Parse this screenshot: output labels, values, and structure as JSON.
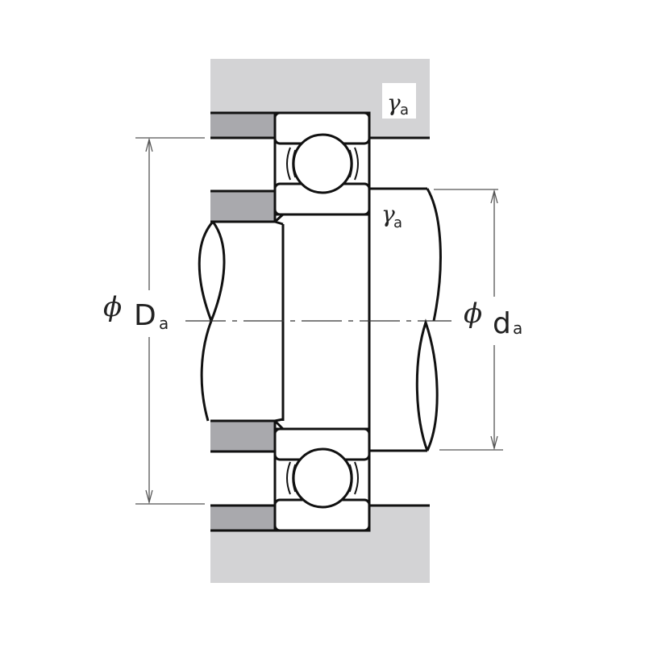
{
  "diagram": {
    "type": "bearing mounting dimensions",
    "labels": {
      "housing_shoulder_dia_symbol": "ϕ",
      "housing_shoulder_dia": "D",
      "housing_shoulder_dia_sub": "a",
      "shaft_shoulder_dia_symbol": "ϕ",
      "shaft_shoulder_dia": "d",
      "shaft_shoulder_dia_sub": "a",
      "housing_fillet_radius": "γ",
      "housing_fillet_radius_sub": "a",
      "shaft_fillet_radius": "γ",
      "shaft_fillet_radius_sub": "a"
    },
    "colors": {
      "housing": "#d3d3d5",
      "spacer": "#a9a9ad",
      "outline": "#111111",
      "dimension": "#555555"
    }
  }
}
